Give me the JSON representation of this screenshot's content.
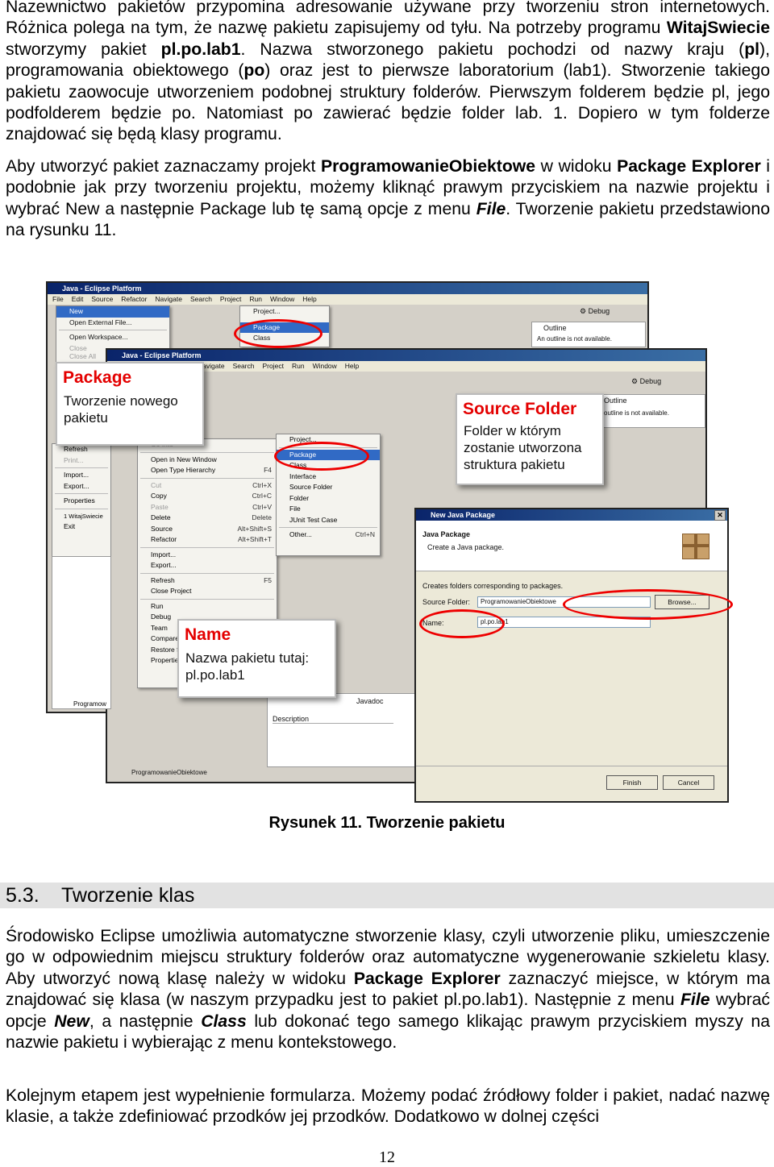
{
  "p1": {
    "t1": "Nazewnictwo pakietów przypomina adresowanie używane przy tworzeniu stron internetowych. Różnica polega na tym, że nazwę pakietu zapisujemy od tyłu. Na potrzeby programu ",
    "b1": "WitajSwiecie",
    "t2": " stworzymy pakiet ",
    "b2": "pl.po.lab1",
    "t3": ". Nazwa stworzonego pakietu pochodzi od nazwy kraju (",
    "b3": "pl",
    "t4": "), programowania obiektowego (",
    "b4": "po",
    "t5": ") oraz jest to pierwsze laboratorium (lab1). Stworzenie takiego pakietu zaowocuje utworzeniem podobnej struktury folderów. Pierwszym folderem będzie pl, jego podfolderem będzie po. Natomiast po zawierać będzie folder lab. 1. Dopiero w tym folderze znajdować się będą klasy programu."
  },
  "p2": {
    "t1": "Aby utworzyć pakiet zaznaczamy projekt ",
    "b1": "ProgramowanieObiektowe",
    "t2": " w widoku ",
    "b2": "Package Explorer",
    "t3": " i podobnie jak przy tworzeniu projektu, możemy kliknąć prawym przyciskiem na nazwie projektu i wybrać New a następnie Package lub tę samą opcje z menu ",
    "bi1": "File",
    "t4": ". Tworzenie pakietu przedstawiono na rysunku 11."
  },
  "figure": {
    "caption": "Rysunek 11. Tworzenie pakietu",
    "win_back": {
      "title": "Java - Eclipse Platform",
      "menus": [
        "File",
        "Edit",
        "Source",
        "Refactor",
        "Navigate",
        "Search",
        "Project",
        "Run",
        "Window",
        "Help"
      ],
      "file_menu": [
        "New",
        "Open External File...",
        "Open Workspace...",
        "Close",
        "Close All"
      ],
      "submenu": [
        "Project...",
        "Package",
        "Class"
      ],
      "debug": "Debug",
      "outline": "Outline",
      "outline_msg": "An outline is not available."
    },
    "win_mid": {
      "title": "Java - Eclipse Platform",
      "menus": [
        "Navigate",
        "Search",
        "Project",
        "Run",
        "Window",
        "Help"
      ],
      "left_items": [
        "Refresh",
        "Print...",
        "Import...",
        "Export...",
        "Properties",
        "1 WitajSwiecie",
        "Exit"
      ],
      "context_menu": [
        {
          "label": "Go Into",
          "acc": ""
        },
        {
          "label": "Open in New Window",
          "acc": ""
        },
        {
          "label": "Open Type Hierarchy",
          "acc": "F4"
        },
        {
          "label": "Cut",
          "acc": "Ctrl+X"
        },
        {
          "label": "Copy",
          "acc": "Ctrl+C"
        },
        {
          "label": "Paste",
          "acc": "Ctrl+V"
        },
        {
          "label": "Delete",
          "acc": "Delete"
        },
        {
          "label": "Source",
          "acc": "Alt+Shift+S"
        },
        {
          "label": "Refactor",
          "acc": "Alt+Shift+T"
        },
        {
          "label": "Import...",
          "acc": ""
        },
        {
          "label": "Export...",
          "acc": ""
        },
        {
          "label": "Refresh",
          "acc": "F5"
        },
        {
          "label": "Close Project",
          "acc": ""
        },
        {
          "label": "Run",
          "acc": ""
        },
        {
          "label": "Debug",
          "acc": ""
        },
        {
          "label": "Team",
          "acc": ""
        },
        {
          "label": "Compare",
          "acc": ""
        },
        {
          "label": "Restore fr",
          "acc": ""
        },
        {
          "label": "Properties",
          "acc": ""
        }
      ],
      "new_submenu": [
        {
          "label": "Project...",
          "acc": ""
        },
        {
          "label": "Package",
          "acc": ""
        },
        {
          "label": "Class",
          "acc": ""
        },
        {
          "label": "Interface",
          "acc": ""
        },
        {
          "label": "Source Folder",
          "acc": ""
        },
        {
          "label": "Folder",
          "acc": ""
        },
        {
          "label": "File",
          "acc": ""
        },
        {
          "label": "JUnit Test Case",
          "acc": ""
        },
        {
          "label": "Other...",
          "acc": "Ctrl+N"
        }
      ],
      "debug": "Debug",
      "outline": "Outline",
      "outline_msg": "outline is not available.",
      "bottom_tab": "Javadoc",
      "desc_header": "Description",
      "status": "ProgramowanieObiektowe",
      "tree_item": "Programow"
    },
    "dialog": {
      "title": "New Java Package",
      "heading": "Java Package",
      "subheading": "Create a Java package.",
      "info": "Creates folders corresponding to packages.",
      "source_folder_label": "Source Folder:",
      "source_folder_value": "ProgramowanieObiektowe",
      "name_label": "Name:",
      "name_value": "pl.po.lab1",
      "browse": "Browse...",
      "finish": "Finish",
      "cancel": "Cancel"
    },
    "callout_package": {
      "title": "Package",
      "body": "Tworzenie nowego pakietu"
    },
    "callout_source": {
      "title": "Source Folder",
      "body": "Folder w którym zostanie utworzona struktura pakietu"
    },
    "callout_name": {
      "title": "Name",
      "body": "Nazwa pakietu tutaj: pl.po.lab1"
    }
  },
  "section": {
    "number": "5.3.",
    "title": "Tworzenie klas"
  },
  "p3": {
    "t1": "Środowisko Eclipse umożliwia automatyczne stworzenie klasy, czyli utworzenie pliku, umieszczenie go w odpowiednim miejscu struktury folderów oraz automatyczne wygenerowanie szkieletu klasy. Aby utworzyć nową klasę należy w widoku ",
    "b1": "Package Explorer",
    "t2": " zaznaczyć miejsce, w którym ma znajdować się klasa (w naszym przypadku jest to pakiet pl.po.lab1). Następnie z menu ",
    "bi1": "File",
    "t3": " wybrać opcje ",
    "bi2": "New",
    "t4": ", a następnie ",
    "bi3": "Class",
    "t5": " lub dokonać tego samego klikając prawym przyciskiem myszy na nazwie pakietu i wybierając z menu kontekstowego."
  },
  "p4": {
    "text": "Kolejnym etapem jest wypełnienie formularza. Możemy podać źródłowy folder i pakiet, nadać nazwę klasie, a także zdefiniować przodków jej przodków. Dodatkowo w dolnej części"
  },
  "page_number": "12",
  "colors": {
    "callout_title": "#e40000",
    "titlebar": "#0a246a",
    "highlight_ring": "#e00000",
    "section_bg": "#e2e2e2"
  }
}
